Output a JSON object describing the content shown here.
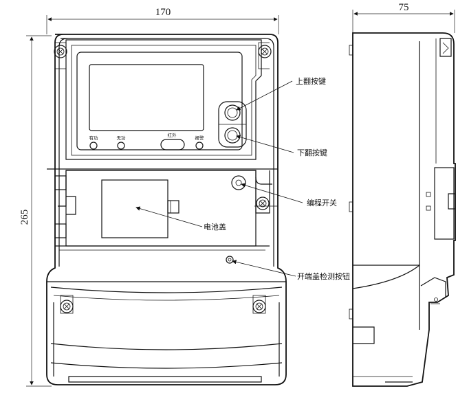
{
  "dimensions": {
    "width_front": "170",
    "width_side": "75",
    "height": "265"
  },
  "indicators": {
    "active": "有功",
    "reactive": "无功",
    "infrared": "红外",
    "alarm": "报警"
  },
  "callouts": {
    "scroll_up": "上翻按键",
    "scroll_down": "下翻按键",
    "program_switch": "编程开关",
    "battery_cover": "电池盖",
    "cover_open_detect": "开端盖检测按钮"
  }
}
